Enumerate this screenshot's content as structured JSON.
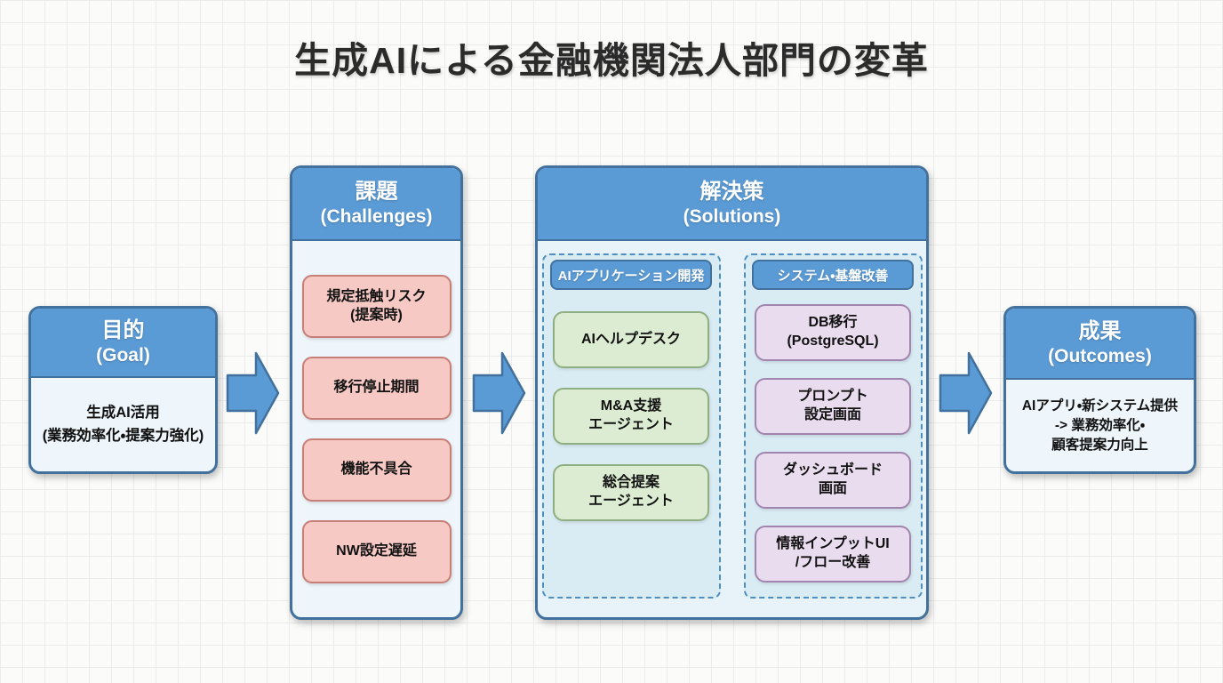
{
  "title": "生成AIによる金融機関法人部門の変革",
  "goal": {
    "title_ja": "目的",
    "title_en": "(Goal)",
    "body": "生成AI活用\n(業務効率化・提案力強化)"
  },
  "challenges": {
    "title_ja": "課題",
    "title_en": "(Challenges)",
    "items": [
      "規定抵触リスク\n(提案時)",
      "移行停止期間",
      "機能不具合",
      "NW設定遅延"
    ]
  },
  "solutions": {
    "title_ja": "解決策",
    "title_en": "(Solutions)",
    "columns": [
      {
        "header": "AIアプリケーション開発",
        "items": [
          "AIヘルプデスク",
          "M&A支援\nエージェント",
          "総合提案\nエージェント"
        ]
      },
      {
        "header": "システム・基盤改善",
        "items": [
          "DB移行\n(PostgreSQL)",
          "プロンプト\n設定画面",
          "ダッシュボード\n画面",
          "情報インプットUI\n/フロー改善"
        ]
      }
    ]
  },
  "outcomes": {
    "title_ja": "成果",
    "title_en": "(Outcomes)",
    "body": "AIアプリ・新システム提供\n-> 業務効率化・\n顧客提案力向上"
  },
  "colors": {
    "header_blue": "#5b9bd5",
    "border_blue": "#41719c",
    "body_light": "#eef5fb",
    "solutions_body": "#e7f3f9",
    "panel_fill": "#d9ecf4",
    "panel_dash": "#4e8fbf",
    "red_fill": "#f6c9c5",
    "red_border": "#c97f78",
    "green_fill": "#dcecd2",
    "green_border": "#8fae82",
    "purple_fill": "#e9dcee",
    "purple_border": "#a285ae",
    "arrow_fill": "#5b9bd5",
    "arrow_stroke": "#41719c",
    "title_color": "#2b2b2b"
  }
}
